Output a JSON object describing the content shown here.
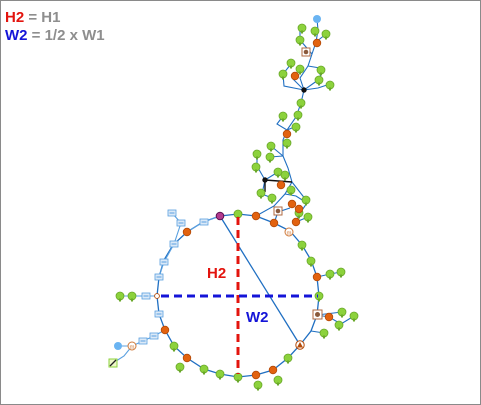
{
  "legend": {
    "line1": {
      "var": "H2",
      "rest": " = H1",
      "color": "#e3140e"
    },
    "line2": {
      "var": "W2",
      "rest": " = 1/2 x W1",
      "color": "#1414d8"
    }
  },
  "labels": {
    "height": "H2",
    "width": "W2"
  },
  "colors": {
    "pipe": "#1f6fc2",
    "service_line": "#5aa0e0",
    "fitting_green": "#8cd23c",
    "fitting_orange": "#e2620f",
    "height_dim": "#e3140e",
    "width_dim": "#1414d8",
    "tap": "#6ab4f2",
    "valve": "#b23a8e"
  },
  "icons": {
    "valve": "valve-icon",
    "meter": "meter-icon",
    "regulator": "regulator-icon",
    "end_cap": "end-cap-icon",
    "tap": "tap-icon"
  }
}
